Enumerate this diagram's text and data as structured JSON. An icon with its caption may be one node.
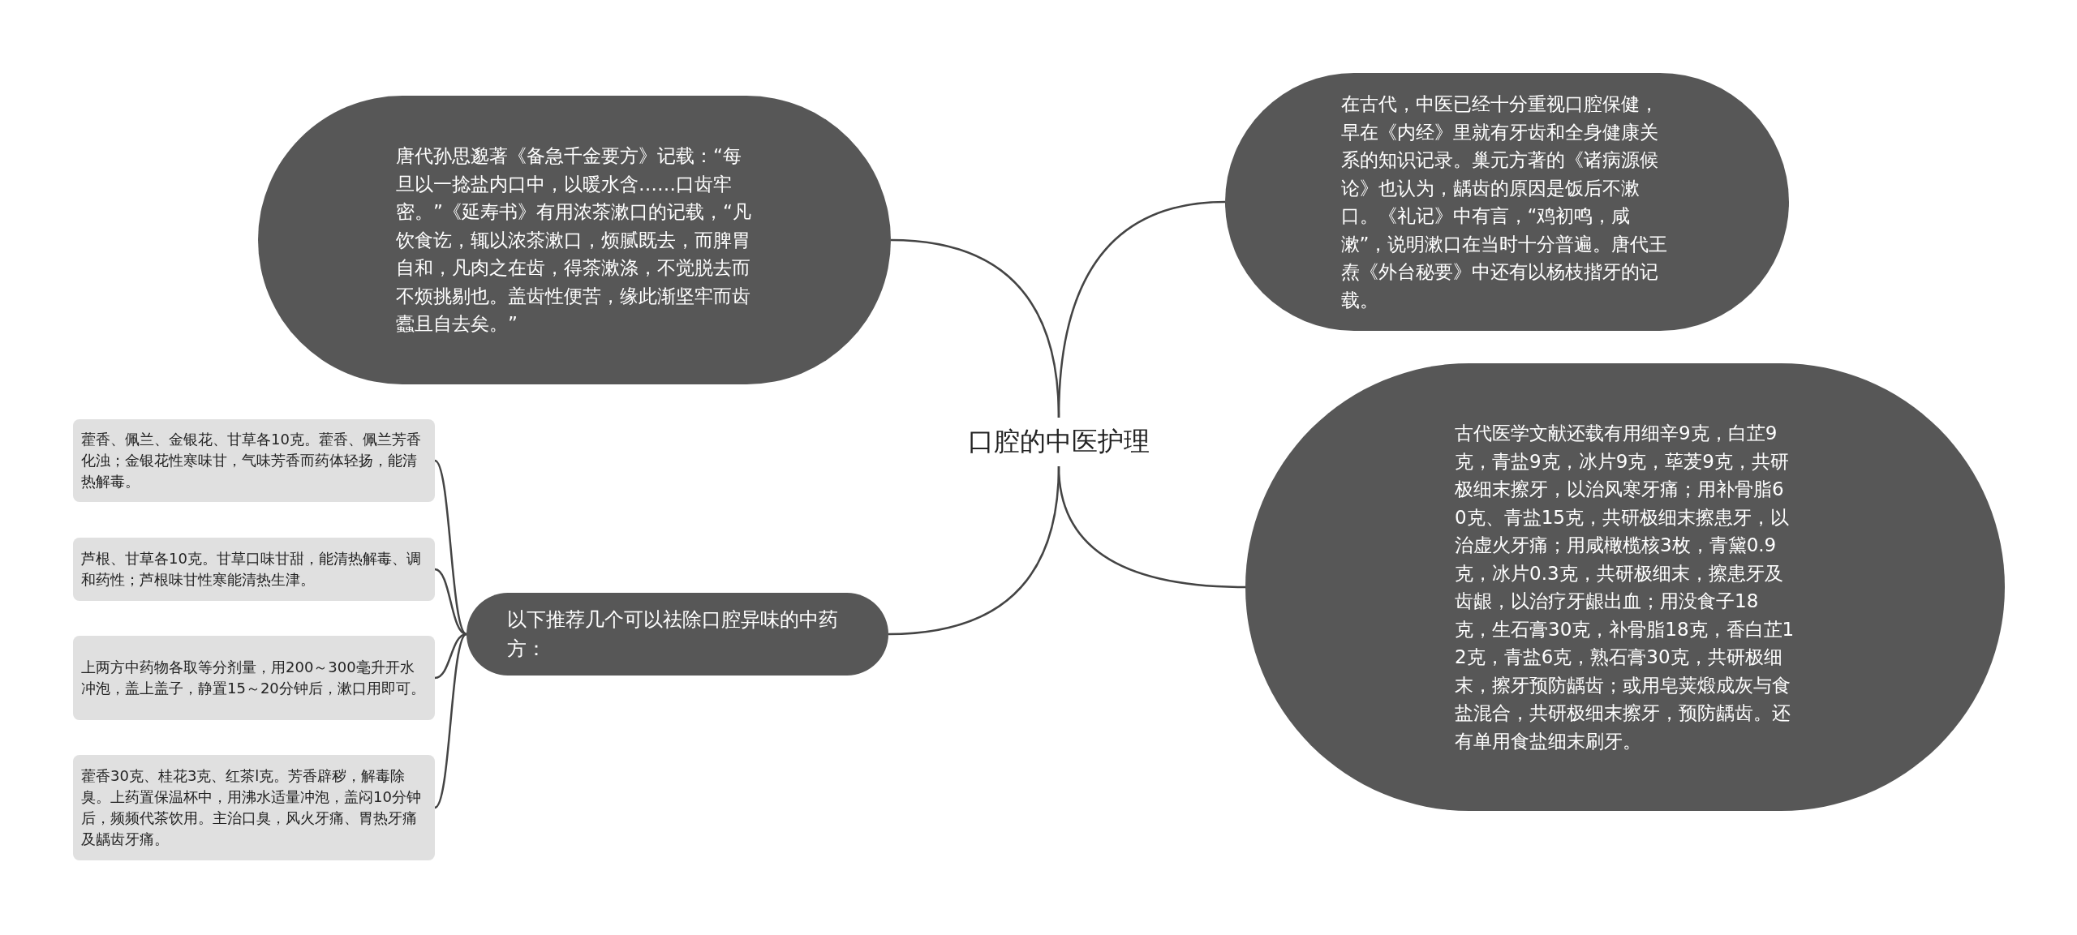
{
  "diagram": {
    "nodes": [
      {
        "text": [
          "口腔的中医护理"
        ]
      },
      {
        "text": [
          "唐代孙思邈著《备急千金要方》记载：“每旦以一捻盐内口中，以暖水含……口齿牢密。”《延寿书》有用浓茶漱口的记载，“凡饮食讫，辄以浓茶漱口，烦腻既去，而脾胃自和，凡肉之在齿，得茶漱涤，不觉脱去而不烦挑剔也。盖齿性便苦，缘此渐坚牢而齿蠹且自去矣。”"
        ]
      },
      {
        "text": [
          "在古代，中医已经十分重视口腔保健，早在《内经》里就有牙齿和全身健康关系的知识记录。巢元方著的《诸病源候论》也认为，龋齿的原因是饭后不漱口。《礼记》中有言，“鸡初鸣，咸漱”，说明漱口在当时十分普遍。唐代王焘《外台秘要》中还有以杨枝揩牙的记载。"
        ]
      },
      {
        "text": [
          "古代医学文献还载有用细辛9克，白芷9克，青盐9克，冰片9克，荜茇9克，共研极细末擦牙，以治风寒牙痛；用补骨脂60克、青盐15克，共研极细末擦患牙，以治虚火牙痛；用咸橄榄核3枚，青黛0.9克，冰片0.3克，共研极细末，擦患牙及齿龈，以治疗牙龈出血；用没食子18克，生石膏30克，补骨脂18克，香白芷12克，青盐6克，熟石膏30克，共研极细末，擦牙预防龋齿；或用皂荚煅成灰与食盐混合，共研极细末擦牙，预防龋齿。还有单用食盐细末刷牙。"
        ]
      },
      {
        "text": [
          "以下推荐几个可以祛除口腔异味的中药方："
        ]
      },
      {
        "text": [
          "藿香、佩兰、金银花、甘草各10克。藿香、佩兰芳香化浊；金银花性寒味甘，气味芳香而药体轻扬，能清热解毒。"
        ]
      },
      {
        "text": [
          "芦根、甘草各10克。甘草口味甘甜，能清热解毒、调和药性；芦根味甘性寒能清热生津。"
        ]
      },
      {
        "text": [
          "上两方中药物各取等分剂量，用200～300毫升开水冲泡，盖上盖子，静置15～20分钟后，漱口用即可。"
        ]
      },
      {
        "text": [
          "藿香30克、桂花3克、红茶l克。芳香辟秽，解毒除臭。上药置保温杯中，用沸水适量冲泡，盖闷10分钟后，频频代茶饮用。主治口臭，风火牙痛、胃热牙痛及龋齿牙痛。"
        ]
      }
    ],
    "edges": [
      {
        "from": 0,
        "to": 1,
        "arrow": "none"
      },
      {
        "from": 0,
        "to": 2,
        "arrow": "none"
      },
      {
        "from": 0,
        "to": 3,
        "arrow": "none"
      },
      {
        "from": 0,
        "to": 4,
        "arrow": "none"
      },
      {
        "from": 4,
        "to": 5,
        "arrow": "none"
      },
      {
        "from": 4,
        "to": 6,
        "arrow": "none"
      },
      {
        "from": 4,
        "to": 7,
        "arrow": "none"
      },
      {
        "from": 4,
        "to": 8,
        "arrow": "none"
      }
    ]
  }
}
